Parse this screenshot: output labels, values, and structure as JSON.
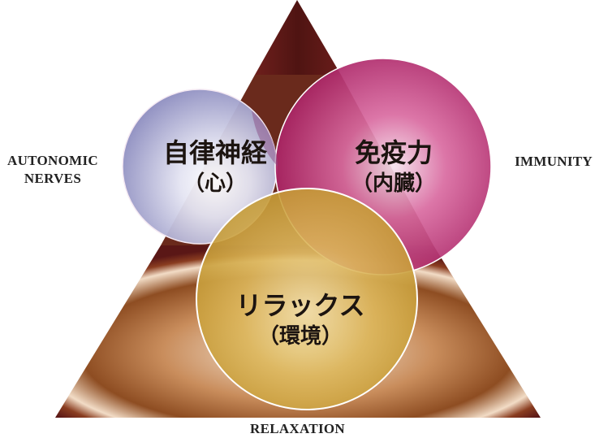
{
  "diagram": {
    "corners": {
      "left_line1": "AUTONOMIC",
      "left_line2": "NERVES",
      "right": "IMMUNITY",
      "bottom": "RELAXATION"
    },
    "circles": [
      {
        "id": "autonomic",
        "title": "自律神経",
        "subtitle": "（心）",
        "color": "#b0b0d8"
      },
      {
        "id": "immunity",
        "title": "免疫力",
        "subtitle": "（内臓）",
        "color": "#c2387a"
      },
      {
        "id": "relaxation",
        "title": "リラックス",
        "subtitle": "（環境）",
        "color": "#d9b24a"
      }
    ],
    "colors": {
      "triangle_dark": "#5e1a18",
      "triangle_mid": "#9a5a2a",
      "triangle_light": "#f4e6d6"
    }
  }
}
